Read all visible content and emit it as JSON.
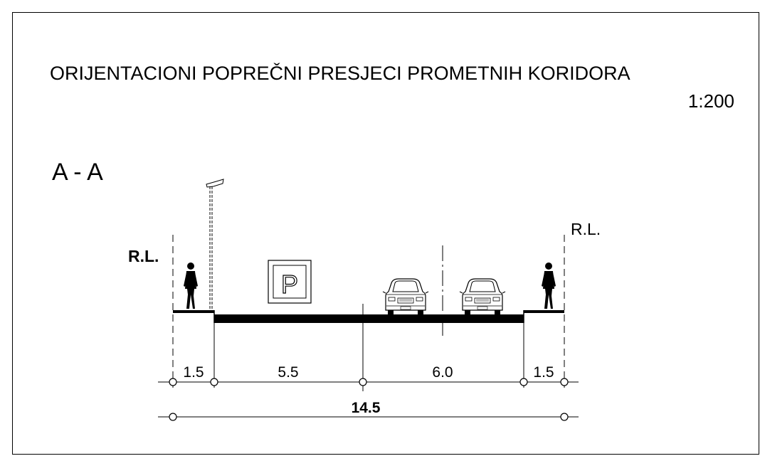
{
  "title": "ORIJENTACIONI POPREČNI PRESJECI PROMETNIH KORIDORA",
  "scale": "1:200",
  "section_label": "A - A",
  "regulation_line_left": "R.L.",
  "regulation_line_right": "R.L.",
  "parking_sign": "P",
  "dimensions": {
    "sidewalk_left": "1.5",
    "parking": "5.5",
    "carriageway": "6.0",
    "sidewalk_right": "1.5",
    "total": "14.5"
  }
}
